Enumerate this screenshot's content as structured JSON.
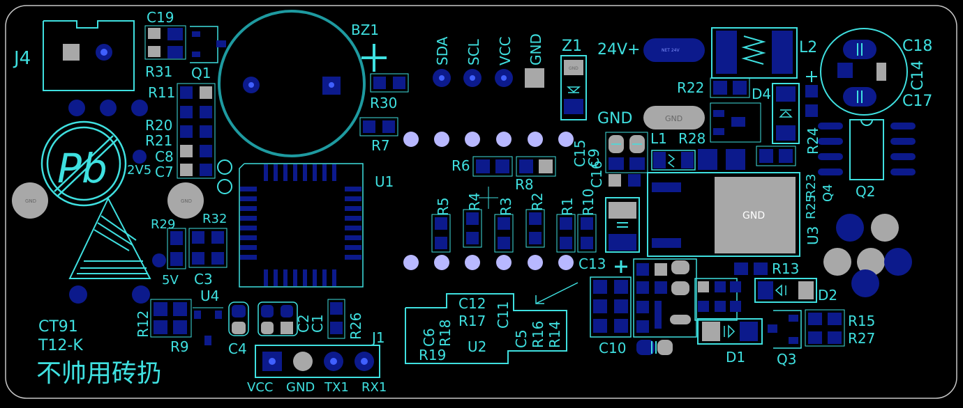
{
  "colors": {
    "background": "#000000",
    "silkscreen": "#3fe0e0",
    "outline": "#c8c8c8",
    "pad_blue": "#0c1a8c",
    "pad_grey": "#a8a8a8",
    "pad_stripe": "#4060ff",
    "via_purple": "#b8b8ff",
    "white_outline": "#ffffff"
  },
  "labels": {
    "J4": "J4",
    "C19": "C19",
    "R31": "R31",
    "Q1": "Q1",
    "BZ1": "BZ1",
    "R11": "R11",
    "R20": "R20",
    "R21": "R21",
    "C8": "C8",
    "C7": "C7",
    "v2v5": "2V5",
    "R30": "R30",
    "R7": "R7",
    "U1": "U1",
    "SDA": "SDA",
    "SCL": "SCL",
    "VCC_top": "VCC",
    "GND_top": "GND",
    "Z1": "Z1",
    "v24": "24V+",
    "L2": "L2",
    "C18": "C18",
    "C14": "C14",
    "C17": "C17",
    "R22": "R22",
    "D4": "D4",
    "GND_mid": "GND",
    "L1": "L1",
    "R28": "R28",
    "C15": "C15",
    "C9": "C9",
    "C16": "C16",
    "R24": "R24",
    "R23": "R23",
    "R25": "R25",
    "Q4": "Q4",
    "Q2": "Q2",
    "R6": "R6",
    "R8": "R8",
    "R5": "R5",
    "R4": "R4",
    "R3": "R3",
    "R2": "R2",
    "R1": "R1",
    "R10": "R10",
    "GND_pad": "GND",
    "U3": "U3",
    "C13": "C13",
    "R13": "R13",
    "D2": "D2",
    "R29": "R29",
    "R32": "R32",
    "v5": "5V",
    "C3": "C3",
    "U4": "U4",
    "R12": "R12",
    "R9": "R9",
    "C4": "C4",
    "C2": "C2",
    "C1": "C1",
    "R26": "R26",
    "J1": "J1",
    "CT91": "CT91",
    "T12K": "T12-K",
    "chinese": "不帅用砖扔",
    "VCC_j1": "VCC",
    "GND_j1": "GND",
    "TX1": "TX1",
    "RX1": "RX1",
    "C12": "C12",
    "C11": "C11",
    "R17": "R17",
    "R18": "R18",
    "C6": "C6",
    "U2": "U2",
    "C5": "C5",
    "R16": "R16",
    "R14": "R14",
    "R19": "R19",
    "C10": "C10",
    "D1": "D1",
    "Q3": "Q3",
    "R15": "R15",
    "R27": "R27",
    "GND_oval": "GND"
  }
}
